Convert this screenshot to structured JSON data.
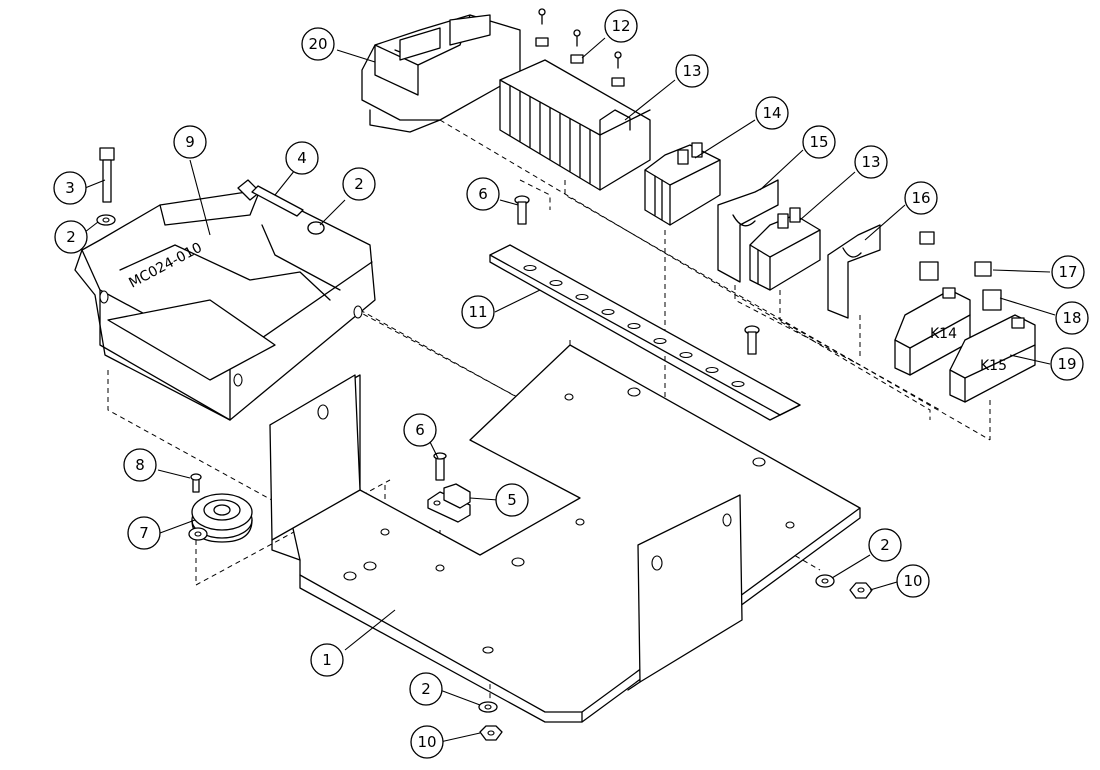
{
  "part_labels": {
    "enclosure_marking": "MC024-010",
    "relay_k14": "K14",
    "relay_k15": "K15"
  },
  "balloons": [
    {
      "id": "1",
      "label": "1"
    },
    {
      "id": "2a",
      "label": "2"
    },
    {
      "id": "2b",
      "label": "2"
    },
    {
      "id": "2c",
      "label": "2"
    },
    {
      "id": "2d",
      "label": "2"
    },
    {
      "id": "3",
      "label": "3"
    },
    {
      "id": "4",
      "label": "4"
    },
    {
      "id": "5",
      "label": "5"
    },
    {
      "id": "6a",
      "label": "6"
    },
    {
      "id": "6b",
      "label": "6"
    },
    {
      "id": "7",
      "label": "7"
    },
    {
      "id": "8",
      "label": "8"
    },
    {
      "id": "9",
      "label": "9"
    },
    {
      "id": "10a",
      "label": "10"
    },
    {
      "id": "10b",
      "label": "10"
    },
    {
      "id": "11",
      "label": "11"
    },
    {
      "id": "12",
      "label": "12"
    },
    {
      "id": "13a",
      "label": "13"
    },
    {
      "id": "13b",
      "label": "13"
    },
    {
      "id": "14",
      "label": "14"
    },
    {
      "id": "15",
      "label": "15"
    },
    {
      "id": "16",
      "label": "16"
    },
    {
      "id": "17",
      "label": "17"
    },
    {
      "id": "18",
      "label": "18"
    },
    {
      "id": "19",
      "label": "19"
    },
    {
      "id": "20",
      "label": "20"
    }
  ]
}
